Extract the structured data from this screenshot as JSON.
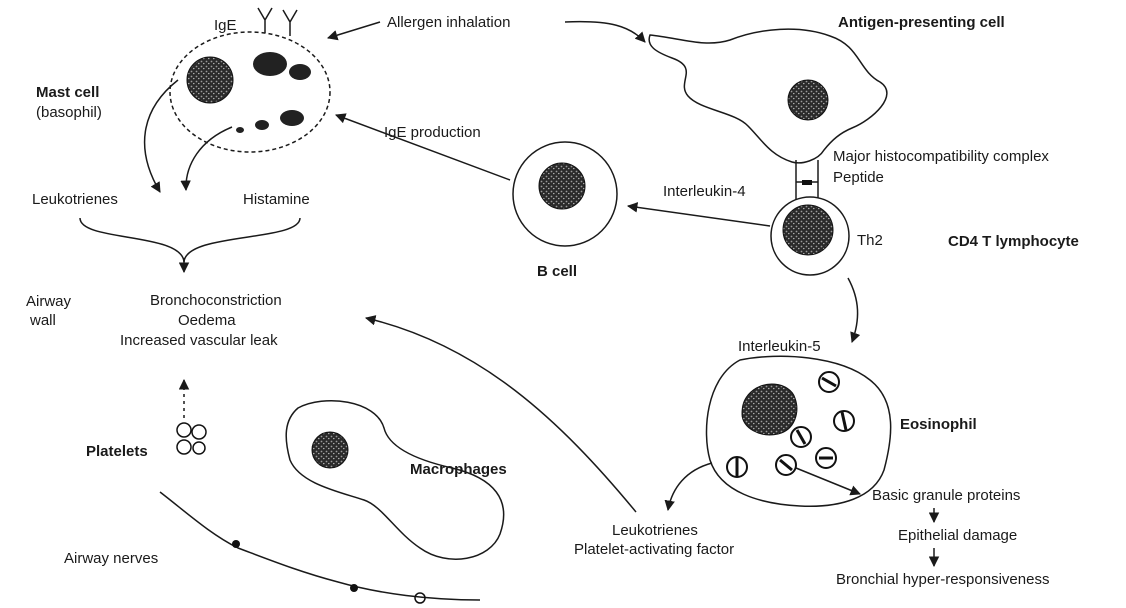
{
  "labels": {
    "ige": "IgE",
    "allergen_inhalation": "Allergen inhalation",
    "antigen_presenting_cell": "Antigen-presenting cell",
    "mast_cell": "Mast cell",
    "basophil": "(basophil)",
    "ige_production": "IgE production",
    "mhc": "Major histocompatibility complex",
    "peptide": "Peptide",
    "leukotrienes": "Leukotrienes",
    "histamine": "Histamine",
    "interleukin_4": "Interleukin-4",
    "th2": "Th2",
    "cd4": "CD4 T lymphocyte",
    "b_cell": "B cell",
    "airway": "Airway",
    "wall": "wall",
    "bronchoconstriction": "Bronchoconstriction",
    "oedema": "Oedema",
    "vascular_leak": "Increased vascular leak",
    "interleukin_5": "Interleukin-5",
    "eosinophil": "Eosinophil",
    "platelets": "Platelets",
    "macrophages": "Macrophages",
    "basic_granule": "Basic granule proteins",
    "leukotrienes2": "Leukotrienes",
    "paf": "Platelet-activating factor",
    "epithelial_damage": "Epithelial damage",
    "airway_nerves": "Airway nerves",
    "hyperresponsiveness": "Bronchial hyper-responsiveness"
  }
}
